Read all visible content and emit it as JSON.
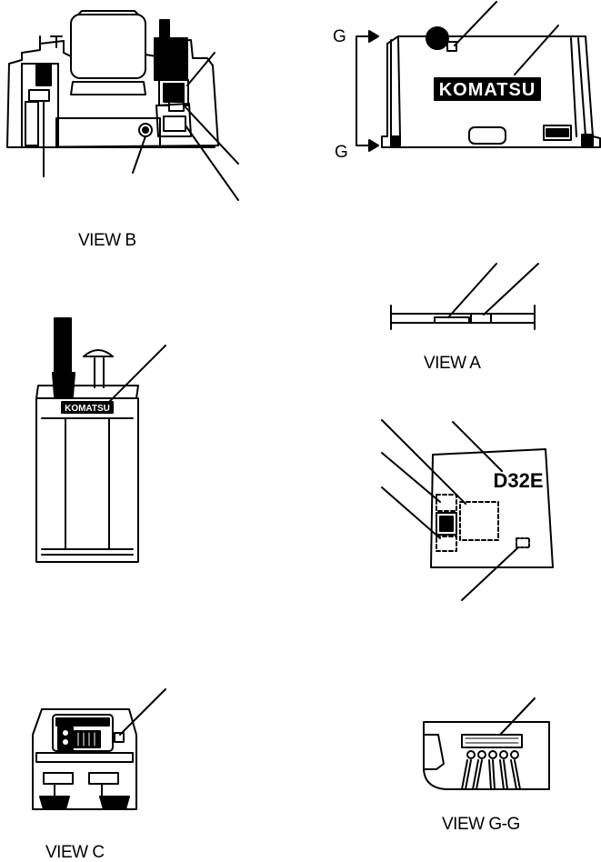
{
  "labels": {
    "view_b": "VIEW B",
    "view_a": "VIEW A",
    "view_c": "VIEW C",
    "view_gg": "VIEW G-G",
    "g_top": "G",
    "g_bottom": "G"
  },
  "decals": {
    "brand_large": "KOMATSU",
    "brand_small": "KOMATSU",
    "model": "D32E"
  },
  "colors": {
    "ink": "#000000",
    "paper": "#ffffff"
  }
}
